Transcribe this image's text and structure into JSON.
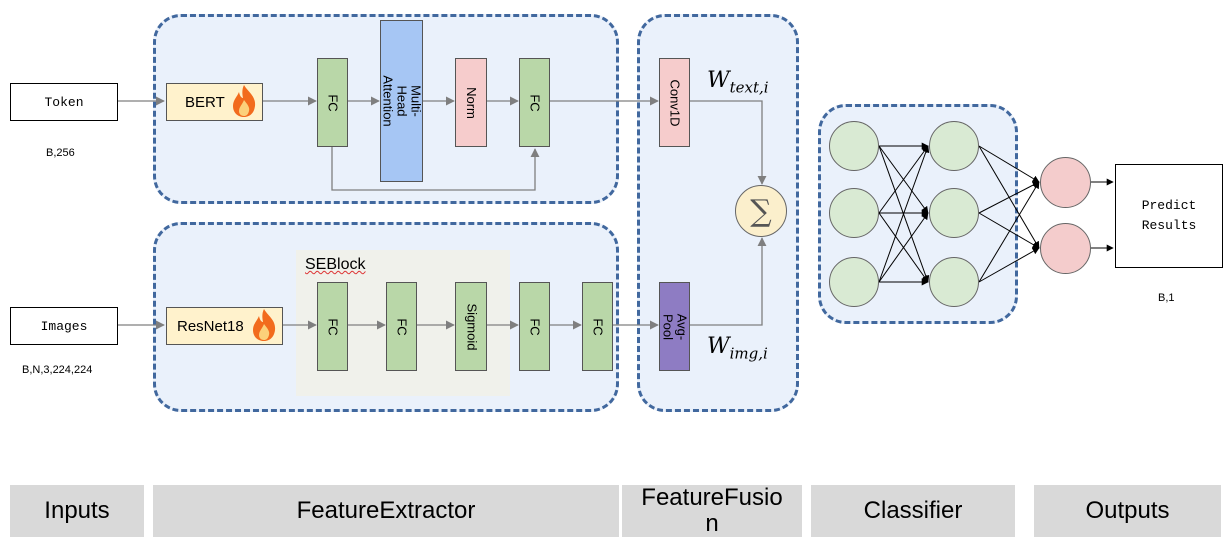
{
  "inputs": {
    "token_label": "Token",
    "token_shape": "B,256",
    "images_label": "Images",
    "images_shape": "B,N,3,224,224"
  },
  "text_branch": {
    "bert": "BERT",
    "fc1": "FC",
    "mha": "Multi-Head Attention",
    "norm": "Norm",
    "fc2": "FC"
  },
  "image_branch": {
    "resnet": "ResNet18",
    "seblock": "SEBlock",
    "fc1": "FC",
    "fc2": "FC",
    "sigmoid": "Sigmoid",
    "fc3": "FC",
    "fc4": "FC"
  },
  "fusion": {
    "conv": "Conv1D",
    "pool": "Avg-Pool",
    "w_text": "W",
    "w_text_sub": "text,i",
    "w_img": "W",
    "w_img_sub": "img,i",
    "sum": "∑"
  },
  "outputs": {
    "predict_line1": "Predict",
    "predict_line2": "Results",
    "shape": "B,1"
  },
  "bands": {
    "inputs": "Inputs",
    "extractor": "FeatureExtractor",
    "fusion_line1": "FeatureFusio",
    "fusion_line2": "n",
    "classifier": "Classifier",
    "outputs": "Outputs"
  },
  "colors": {
    "group_border": "#41689e",
    "group_fill": "#eaf1fb",
    "fc": "#b9d7a8",
    "norm": "#f6cccc",
    "attention": "#a6c6f4",
    "pool": "#8e7cc3",
    "encoder": "#fff2cc",
    "neuron": "#d9ead3",
    "output_neuron": "#f4cccc",
    "band": "#d9d9d9"
  },
  "icons": {
    "fire": "fire-icon"
  }
}
